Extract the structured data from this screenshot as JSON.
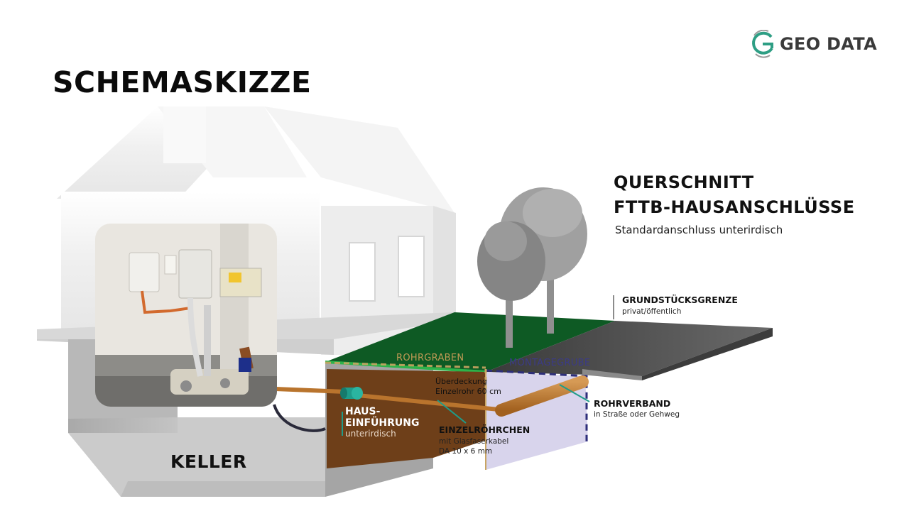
{
  "title": "SCHEMASKIZZE",
  "logo": {
    "text": "GEO DATA",
    "color_primary": "#2e9e84",
    "color_secondary": "#9a9a9a"
  },
  "heading": {
    "line1": "QUERSCHNITT",
    "line2": "FTTB-HAUSANSCHLÜSSE",
    "subtitle": "Standardanschluss unterirdisch"
  },
  "labels": {
    "grundstuecksgrenze": "GRUNDSTÜCKSGRENZE",
    "grundstuecksgrenze_sub": "privat/öffentlich",
    "rohrgraben": "ROHRGRABEN",
    "montagegrube": "MONTAGEGRUBE",
    "ueberdeckung_1": "Überdeckung",
    "ueberdeckung_2": "Einzelrohr 60 cm",
    "hauseinfuehrung_1": "HAUS-",
    "hauseinfuehrung_2": "EINFÜHRUNG",
    "hauseinfuehrung_3": "unterirdisch",
    "einzelroehrchen": "EINZELRÖHRCHEN",
    "einzelroehrchen_sub1": "mit Glasfaserkabel",
    "einzelroehrchen_sub2": "DA 10 x 6 mm",
    "rohrverband": "ROHRVERBAND",
    "rohrverband_sub": "in Straße oder Gehweg",
    "keller": "KELLER"
  },
  "colors": {
    "lawn": "#0e5a24",
    "trench_soil": "#6e3f19",
    "pipe": "#b9742d",
    "pit": "#d8d4ec",
    "pit_outline": "#2d2e7a",
    "trench_outline": "#c9a562",
    "lawn_edge": "#2db34a",
    "house_entry": "#1e9c8a",
    "road": "#5a5a5a"
  }
}
